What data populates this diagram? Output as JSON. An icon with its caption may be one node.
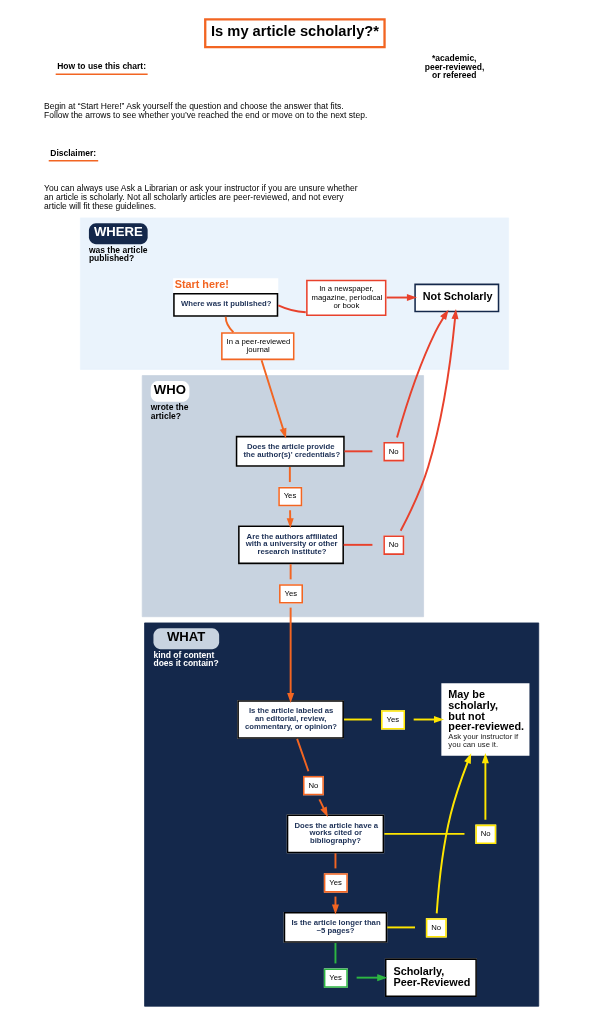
{
  "diagram": {
    "title": "Is my article scholarly?*",
    "nodes": [
      {
        "text": [
          "WHERE",
          "was the article published?"
        ]
      },
      {
        "text": [
          "Where was it published?"
        ],
        "in": 0,
        "beside": [
          "Start here!"
        ]
      },
      {
        "text": [
          "In a newspaper, magazine, periodical or book"
        ],
        "in": 0
      },
      {
        "text": [
          "Not Scholarly"
        ],
        "in": 0
      },
      {
        "text": [
          "In a peer-reviewed journal"
        ],
        "in": 0
      },
      {
        "text": [
          "WHO",
          "wrote the article?"
        ]
      },
      {
        "text": [
          "Does the article provide the author(s)' credentials?"
        ],
        "in": 5
      },
      {
        "text": [
          "No"
        ],
        "in": 5
      },
      {
        "text": [
          "Yes"
        ],
        "in": 5
      },
      {
        "text": [
          "Are the authors affiliated with a university or other research institute?"
        ],
        "in": 5
      },
      {
        "text": [
          "No"
        ],
        "in": 5
      },
      {
        "text": [
          "Yes"
        ],
        "in": 5
      },
      {
        "text": [
          "WHAT",
          "kind of content does it contain?"
        ]
      },
      {
        "text": [
          "Is the article labeled as an editorial, review, commentary, or opinion?"
        ],
        "in": 12
      },
      {
        "text": [
          "Yes"
        ],
        "in": 12
      },
      {
        "text": [
          "May be scholarly, but not peer-reviewed.",
          "Ask your instructor if you can use it."
        ],
        "in": 12
      },
      {
        "text": [
          "No"
        ],
        "in": 12
      },
      {
        "text": [
          "Does the article have a works cited or bibliography?"
        ],
        "in": 12
      },
      {
        "text": [
          "No"
        ],
        "in": 12
      },
      {
        "text": [
          "Yes"
        ],
        "in": 12
      },
      {
        "text": [
          "Is the article longer than ~5 pages?"
        ],
        "in": 12
      },
      {
        "text": [
          "No"
        ],
        "in": 12
      },
      {
        "text": [
          "Yes"
        ],
        "in": 12
      },
      {
        "text": [
          "Scholarly, Peer-Reviewed"
        ],
        "in": 12
      }
    ],
    "edges": [
      {
        "from": 1,
        "to": 2,
        "arrow": "none",
        "color": "#e8412c"
      },
      {
        "from": 2,
        "to": 3,
        "arrow": "to",
        "color": "#e8412c"
      },
      {
        "from": 1,
        "to": 4,
        "arrow": "none"
      },
      {
        "from": 4,
        "to": 6,
        "arrow": "to"
      },
      {
        "from": 6,
        "to": 7,
        "arrow": "none",
        "color": "#e8412c"
      },
      {
        "from": 7,
        "to": 3,
        "arrow": "to",
        "color": "#e8412c"
      },
      {
        "from": 6,
        "to": 8,
        "arrow": "none"
      },
      {
        "from": 8,
        "to": 9,
        "arrow": "to"
      },
      {
        "from": 9,
        "to": 10,
        "arrow": "none",
        "color": "#e8412c"
      },
      {
        "from": 10,
        "to": 3,
        "arrow": "to",
        "color": "#e8412c"
      },
      {
        "from": 9,
        "to": 11,
        "arrow": "none"
      },
      {
        "from": 11,
        "to": 13,
        "arrow": "to"
      },
      {
        "from": 13,
        "to": 14,
        "arrow": "none",
        "color": "#ffe600"
      },
      {
        "from": 14,
        "to": 15,
        "arrow": "to",
        "color": "#ffe600"
      },
      {
        "from": 13,
        "to": 16,
        "arrow": "none"
      },
      {
        "from": 16,
        "to": 17,
        "arrow": "to"
      },
      {
        "from": 17,
        "to": 18,
        "arrow": "none",
        "color": "#ffe600"
      },
      {
        "from": 18,
        "to": 15,
        "arrow": "to",
        "color": "#ffe600"
      },
      {
        "from": 17,
        "to": 19,
        "arrow": "none"
      },
      {
        "from": 19,
        "to": 20,
        "arrow": "to"
      },
      {
        "from": 20,
        "to": 21,
        "arrow": "none",
        "color": "#ffe600"
      },
      {
        "from": 21,
        "to": 15,
        "arrow": "to",
        "color": "#ffe600"
      },
      {
        "from": 20,
        "to": 22,
        "arrow": "none",
        "color": "#2db642"
      },
      {
        "from": 22,
        "to": 23,
        "arrow": "to",
        "color": "#2db642"
      }
    ],
    "labels": [
      "*academic, peer-reviewed, or refereed",
      "How to use this chart:",
      "Begin at “Start Here!” Ask yourself the question and choose the answer that fits. Follow the arrows to see whether you’ve reached the end or move on to the next step.",
      "Disclaimer:",
      "You can always use Ask a Librarian or ask your instructor if you are unsure whether an article is scholarly. Not all scholarly articles are peer-reviewed, and not every article will fit these guidelines."
    ]
  }
}
